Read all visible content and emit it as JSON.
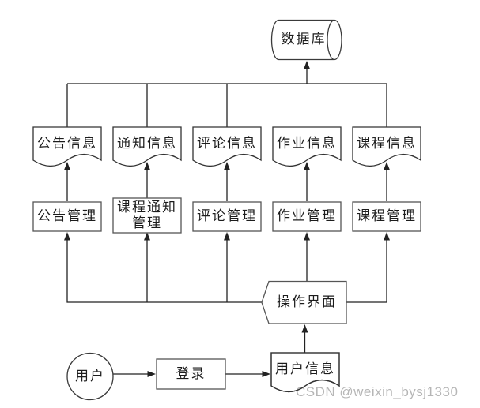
{
  "colors": {
    "background": "#ffffff",
    "connector": "#222222",
    "doc_border": "#333333",
    "box_border": "#555555",
    "text": "#1c1c1c",
    "watermark": "#b6b6b6"
  },
  "nodes": {
    "database": {
      "label": "数据库",
      "shape": "cylinder"
    },
    "info_docs": [
      {
        "label": "公告信息"
      },
      {
        "label": "通知信息"
      },
      {
        "label": "评论信息"
      },
      {
        "label": "作业信息"
      },
      {
        "label": "课程信息"
      }
    ],
    "managers": [
      {
        "label": "公告管理"
      },
      {
        "label": "课程通知管理"
      },
      {
        "label": "评论管理"
      },
      {
        "label": "作业管理"
      },
      {
        "label": "课程管理"
      }
    ],
    "operation_interface": {
      "label": "操作界面"
    },
    "user": {
      "label": "用户",
      "shape": "circle"
    },
    "login": {
      "label": "登录"
    },
    "user_info": {
      "label": "用户信息",
      "shape": "document"
    }
  },
  "edges": [
    {
      "from": "info_docs",
      "to": "database",
      "arrow": true
    },
    {
      "from": "公告管理",
      "to": "公告信息",
      "arrow": true
    },
    {
      "from": "课程通知管理",
      "to": "通知信息",
      "arrow": true
    },
    {
      "from": "评论管理",
      "to": "评论信息",
      "arrow": true
    },
    {
      "from": "作业管理",
      "to": "作业信息",
      "arrow": true
    },
    {
      "from": "课程管理",
      "to": "课程信息",
      "arrow": true
    },
    {
      "from": "操作界面",
      "to": "公告管理",
      "arrow": true
    },
    {
      "from": "操作界面",
      "to": "课程通知管理",
      "arrow": true
    },
    {
      "from": "操作界面",
      "to": "评论管理",
      "arrow": true
    },
    {
      "from": "操作界面",
      "to": "作业管理",
      "arrow": true
    },
    {
      "from": "操作界面",
      "to": "课程管理",
      "arrow": true
    },
    {
      "from": "用户信息",
      "to": "操作界面",
      "arrow": true
    },
    {
      "from": "用户",
      "to": "登录",
      "arrow": true
    },
    {
      "from": "登录",
      "to": "用户信息",
      "arrow": true
    }
  ],
  "watermark": {
    "text": "CSDN @weixin_bysj1330"
  }
}
